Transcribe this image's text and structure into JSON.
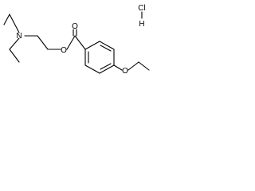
{
  "molecule": {
    "atoms": {
      "nitrogen": "N",
      "ester_oxygen": "O",
      "carbonyl_oxygen": "O",
      "ether_oxygen": "O",
      "chlorine": "Cl",
      "hydrogen": "H"
    }
  },
  "colors": {
    "background": "#ffffff",
    "ink": "#000000"
  }
}
